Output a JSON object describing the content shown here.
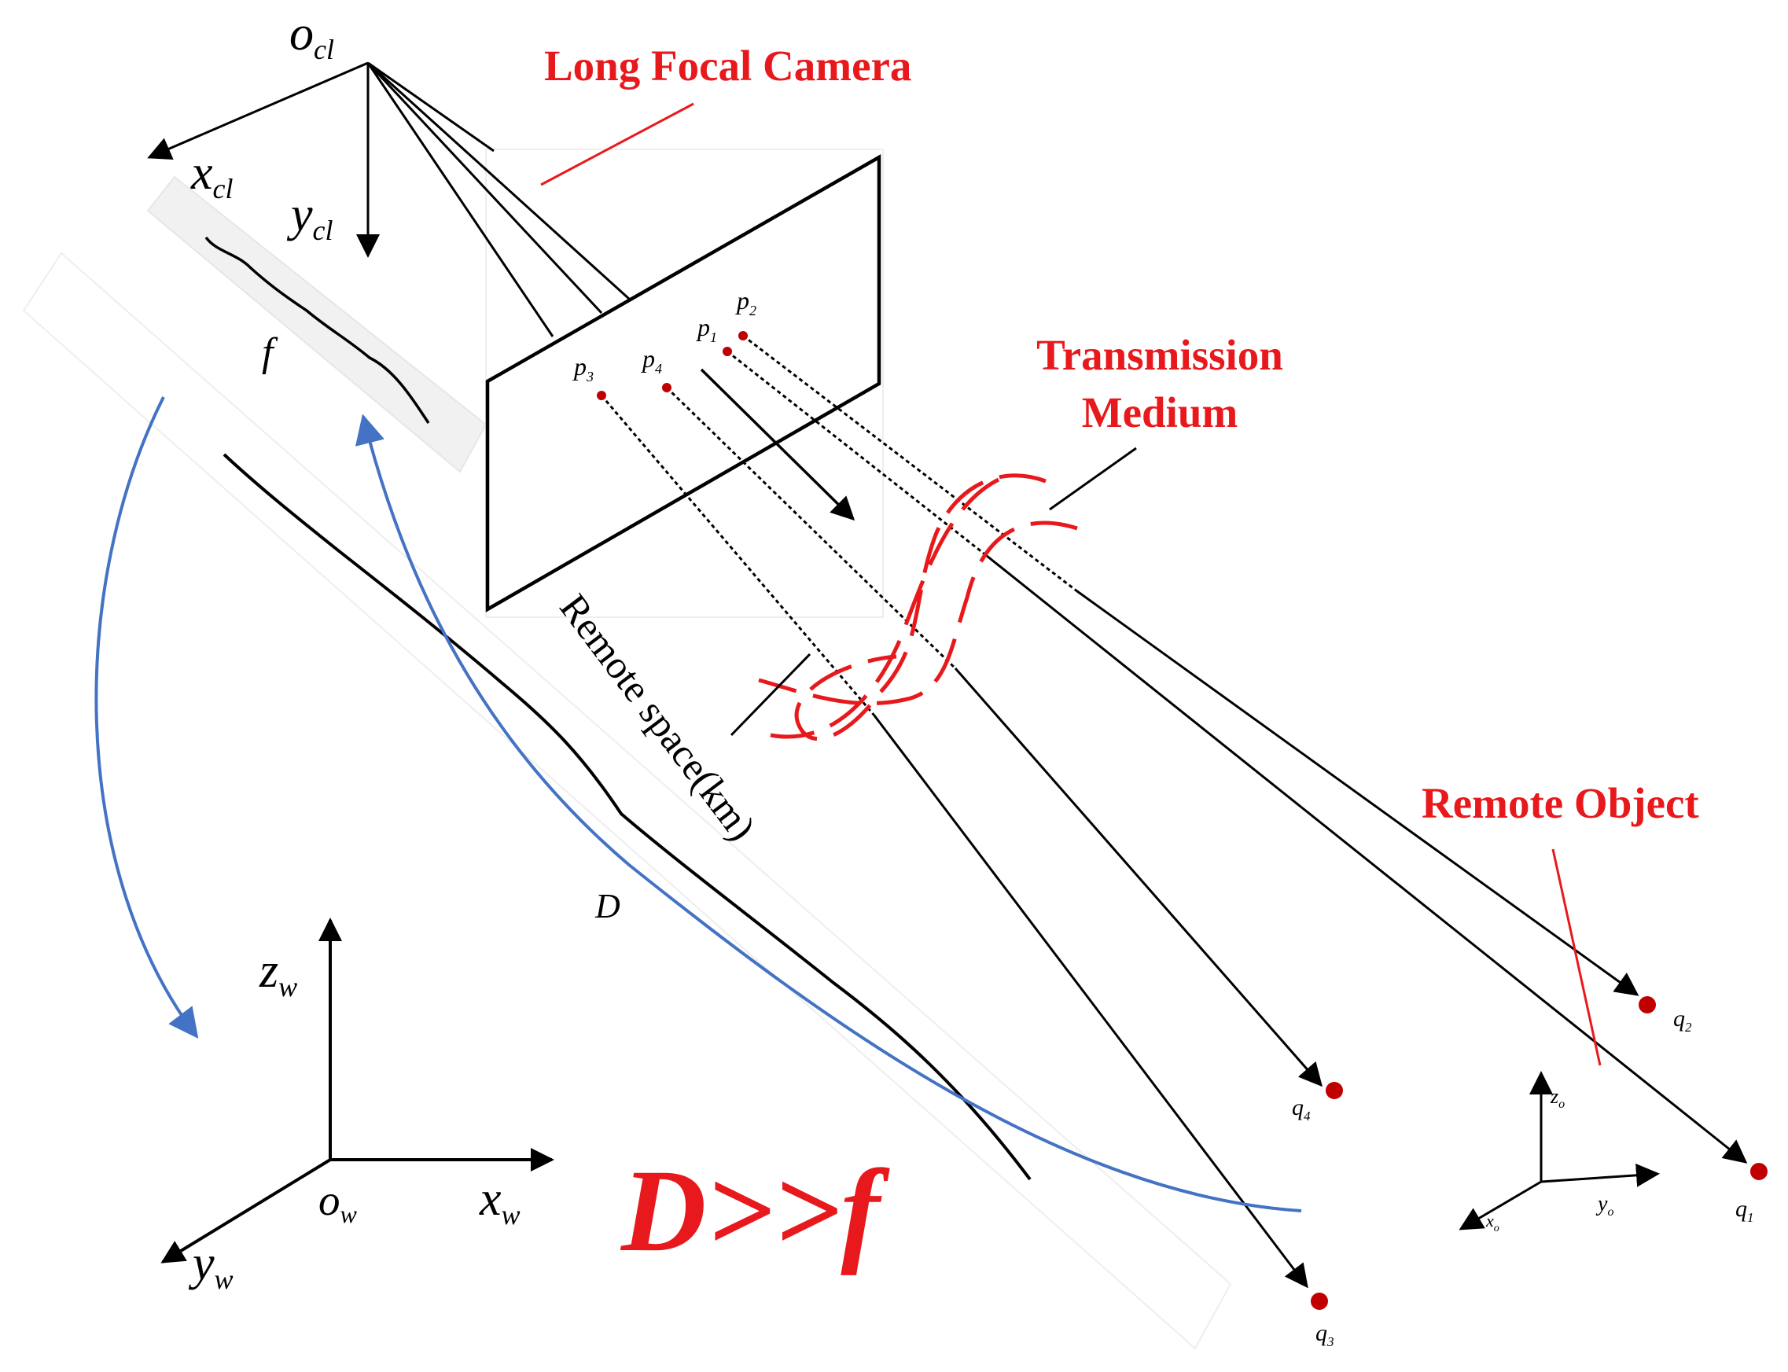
{
  "labels": {
    "camera": "Long Focal Camera",
    "medium_line1": "Transmission",
    "medium_line2": "Medium",
    "remote_object": "Remote Object",
    "remote_space": "Remote space(km)",
    "relation": "D>>f",
    "focal": "f",
    "distance": "D"
  },
  "camera_frame": {
    "origin": {
      "base": "o",
      "sub": "cl"
    },
    "x": {
      "base": "x",
      "sub": "cl"
    },
    "y": {
      "base": "y",
      "sub": "cl"
    }
  },
  "world_frame": {
    "origin": {
      "base": "o",
      "sub": "w"
    },
    "x": {
      "base": "x",
      "sub": "w"
    },
    "y": {
      "base": "y",
      "sub": "w"
    },
    "z": {
      "base": "z",
      "sub": "w"
    }
  },
  "object_frame": {
    "x": {
      "base": "x",
      "sub": "o"
    },
    "y": {
      "base": "y",
      "sub": "o"
    },
    "z": {
      "base": "z",
      "sub": "o"
    }
  },
  "image_points": [
    {
      "base": "p",
      "sub": "1"
    },
    {
      "base": "p",
      "sub": "2"
    },
    {
      "base": "p",
      "sub": "3"
    },
    {
      "base": "p",
      "sub": "4"
    }
  ],
  "object_points": [
    {
      "base": "q",
      "sub": "1"
    },
    {
      "base": "q",
      "sub": "2"
    },
    {
      "base": "q",
      "sub": "3"
    },
    {
      "base": "q",
      "sub": "4"
    }
  ],
  "colors": {
    "annotation": "#e8191c",
    "arc": "#4472c4",
    "point": "#c00000",
    "line": "#000000"
  }
}
